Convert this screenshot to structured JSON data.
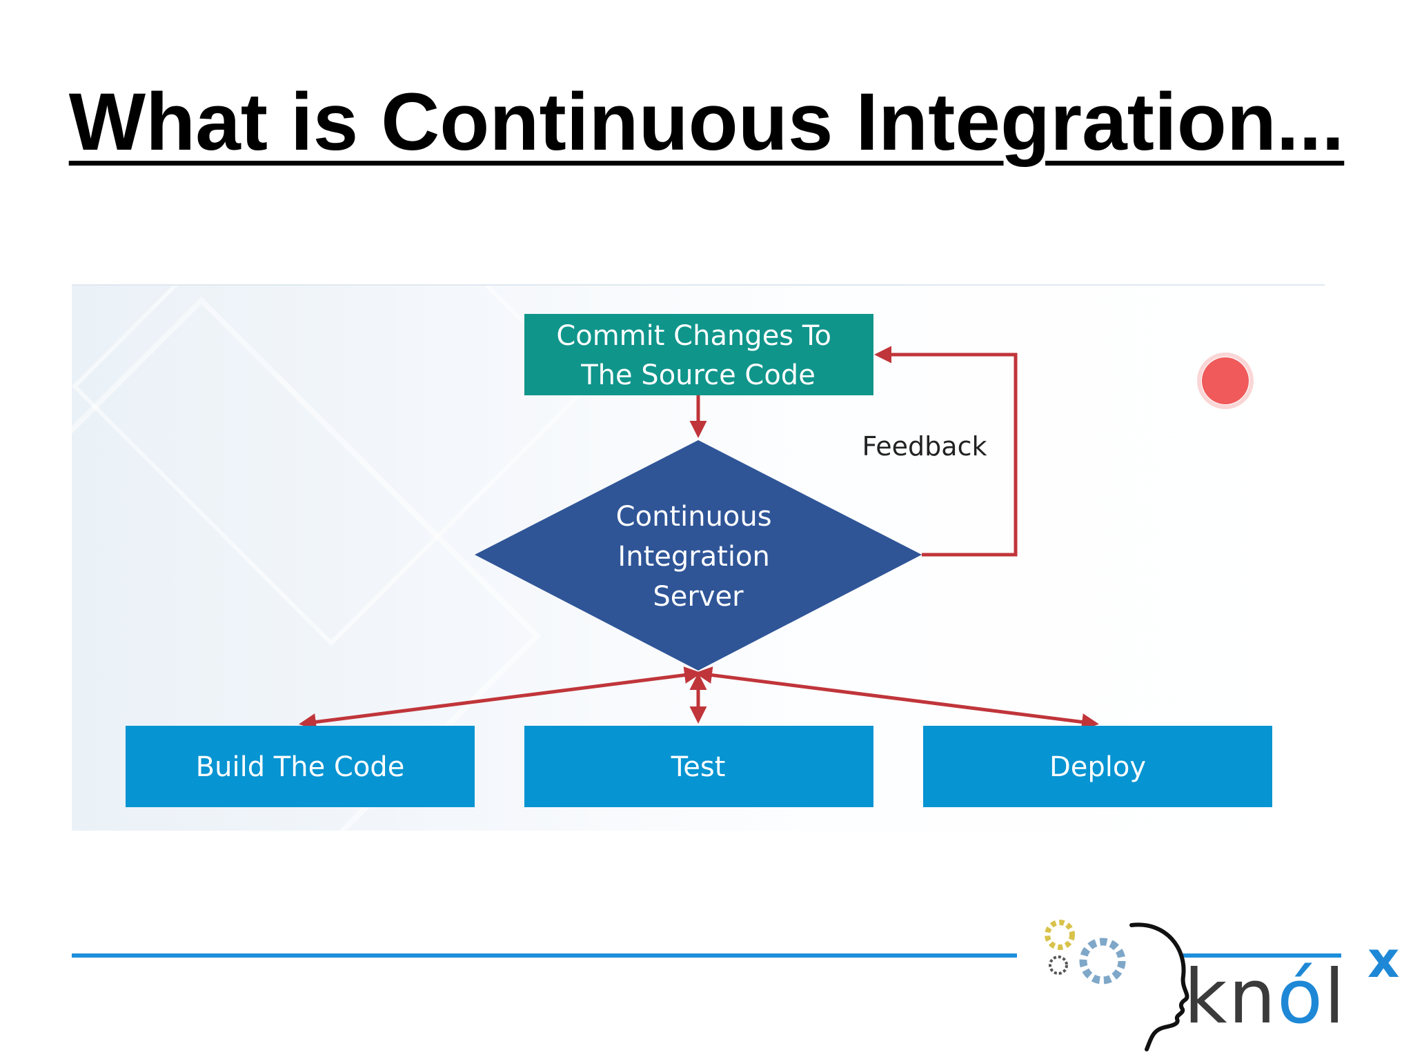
{
  "slide": {
    "title": "What is Continuous Integration..."
  },
  "diagram": {
    "nodes": {
      "commit": [
        "Commit Changes To",
        "The Source Code"
      ],
      "ci_server": [
        "Continuous",
        "Integration",
        "Server"
      ],
      "build": "Build The Code",
      "test": "Test",
      "deploy": "Deploy"
    },
    "feedback_label": "Feedback",
    "colors": {
      "commit_box": "#10958b",
      "ci_diamond": "#2f5597",
      "stage_box": "#0794d2",
      "arrow": "#c0353a",
      "record_dot": "#f05a5a"
    }
  },
  "footer": {
    "rule_color": "#1e8fdc",
    "logo": {
      "name": "knolx-logo",
      "text_main": "kn",
      "text_accent": "ó",
      "text_end": "l",
      "superscript": "x"
    }
  }
}
